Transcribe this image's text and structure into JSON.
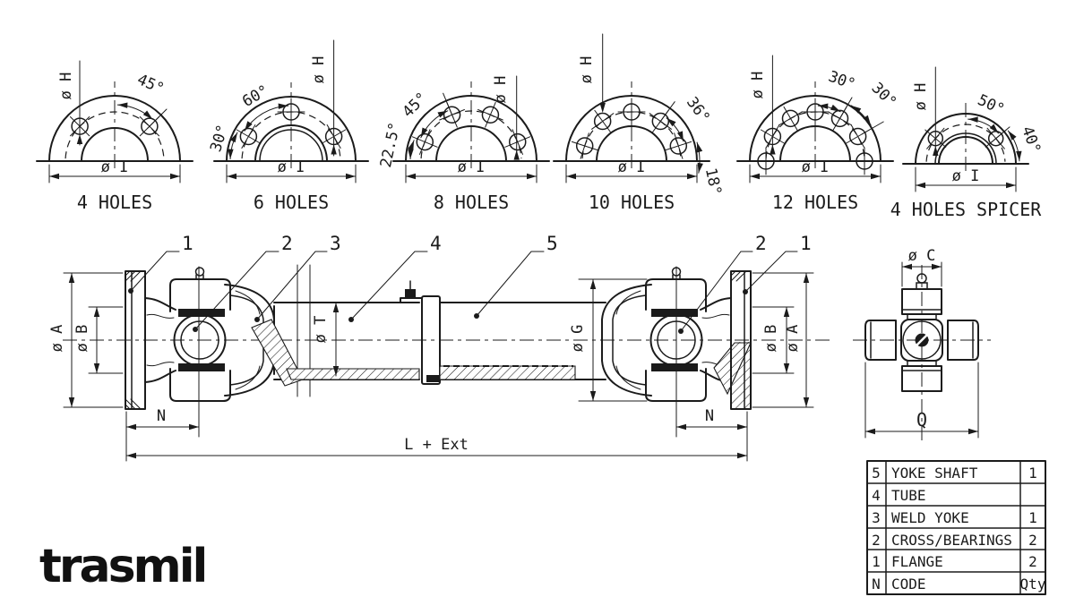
{
  "colors": {
    "line": "#1b1b1b",
    "background": "#ffffff"
  },
  "flanges": [
    {
      "caption": "4 HOLES",
      "hole_dia": "ø H",
      "bolt_circle_dia": "ø I",
      "angle1": "45°"
    },
    {
      "caption": "6 HOLES",
      "hole_dia": "ø H",
      "bolt_circle_dia": "ø I",
      "angle1": "60°",
      "angle2": "30°"
    },
    {
      "caption": "8 HOLES",
      "hole_dia": "ø H",
      "bolt_circle_dia": "ø I",
      "angle1": "45°",
      "angle2": "22.5°"
    },
    {
      "caption": "10 HOLES",
      "hole_dia": "ø H",
      "bolt_circle_dia": "ø I",
      "angle1": "36°",
      "angle2": "18°"
    },
    {
      "caption": "12 HOLES",
      "hole_dia": "ø H",
      "bolt_circle_dia": "ø I",
      "angle1": "30°",
      "angle2": "30°"
    },
    {
      "caption": "4 HOLES SPICER",
      "hole_dia": "ø H",
      "bolt_circle_dia": "ø I",
      "angle1": "50°",
      "angle2": "40°"
    }
  ],
  "assembly": {
    "dims": {
      "flange_dia_left": "ø A",
      "pilot_dia_left": "ø B",
      "tube_dia": "ø T",
      "yoke_dia": "ø G",
      "pilot_dia_right": "ø B",
      "flange_dia_right": "ø A",
      "n_left": "N",
      "n_right": "N",
      "overall_length": "L + Ext"
    },
    "callouts": {
      "flange_left": "1",
      "bearing_left": "2",
      "weld_yoke": "3",
      "tube": "4",
      "yoke_shaft": "5",
      "bearing_right": "2",
      "flange_right": "1"
    }
  },
  "cross_detail": {
    "cup_dia": "ø C",
    "span": "Q"
  },
  "parts_table": {
    "rows": [
      {
        "num": "5",
        "code": "YOKE SHAFT",
        "qty": "1"
      },
      {
        "num": "4",
        "code": "TUBE",
        "qty": ""
      },
      {
        "num": "3",
        "code": "WELD YOKE",
        "qty": "1"
      },
      {
        "num": "2",
        "code": "CROSS/BEARINGS",
        "qty": "2"
      },
      {
        "num": "1",
        "code": "FLANGE",
        "qty": "2"
      },
      {
        "num": "N",
        "code": "CODE",
        "qty": "Qty"
      }
    ]
  },
  "logo": "trasmil"
}
